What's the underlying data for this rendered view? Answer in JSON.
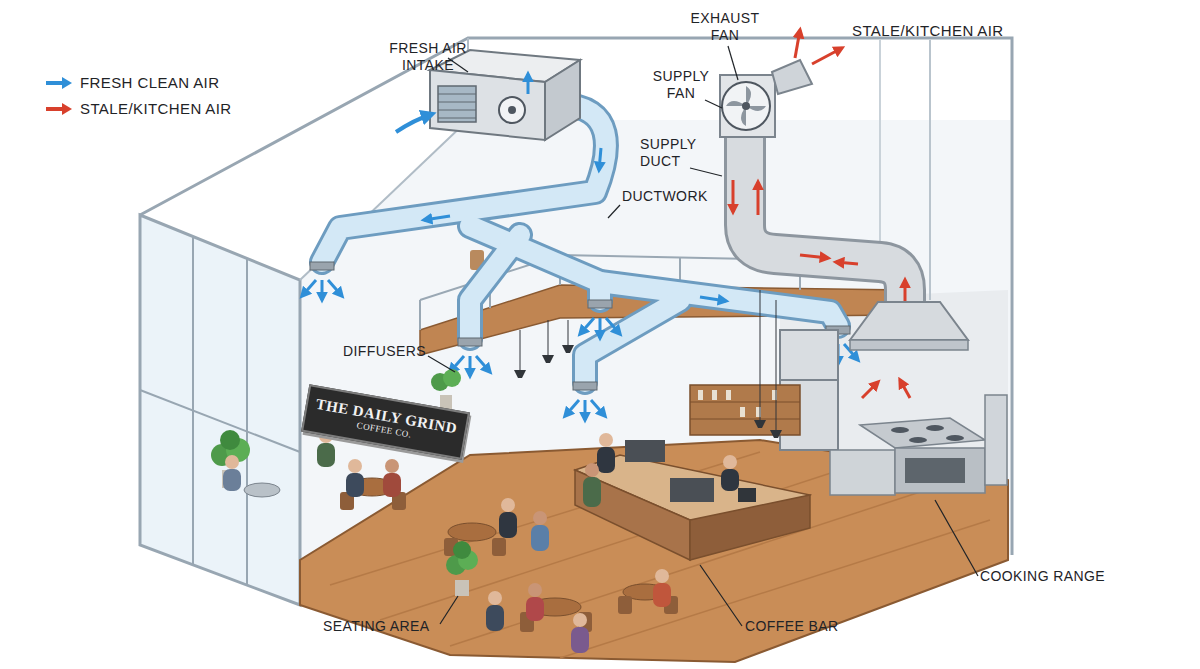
{
  "diagram": {
    "nodes": [
      {
        "text": [
          "THE DAILY GRIND",
          "COFFEE CO."
        ]
      }
    ],
    "labels": [
      "FRESH AIR INTAKE",
      "EXHAUST FAN",
      "SUPPLY FAN",
      "STALE/KITCHEN AIR",
      "SUPPLY DUCT",
      "DUCTWORK",
      "DIFFUSERS",
      "COOKING RANGE",
      "SEATING AREA",
      "COFFEE BAR"
    ],
    "legend": [
      {
        "text": "FRESH CLEAN AIR",
        "color": "#2f8fd8"
      },
      {
        "text": "STALE/KITCHEN AIR",
        "color": "#d8402c"
      }
    ]
  }
}
